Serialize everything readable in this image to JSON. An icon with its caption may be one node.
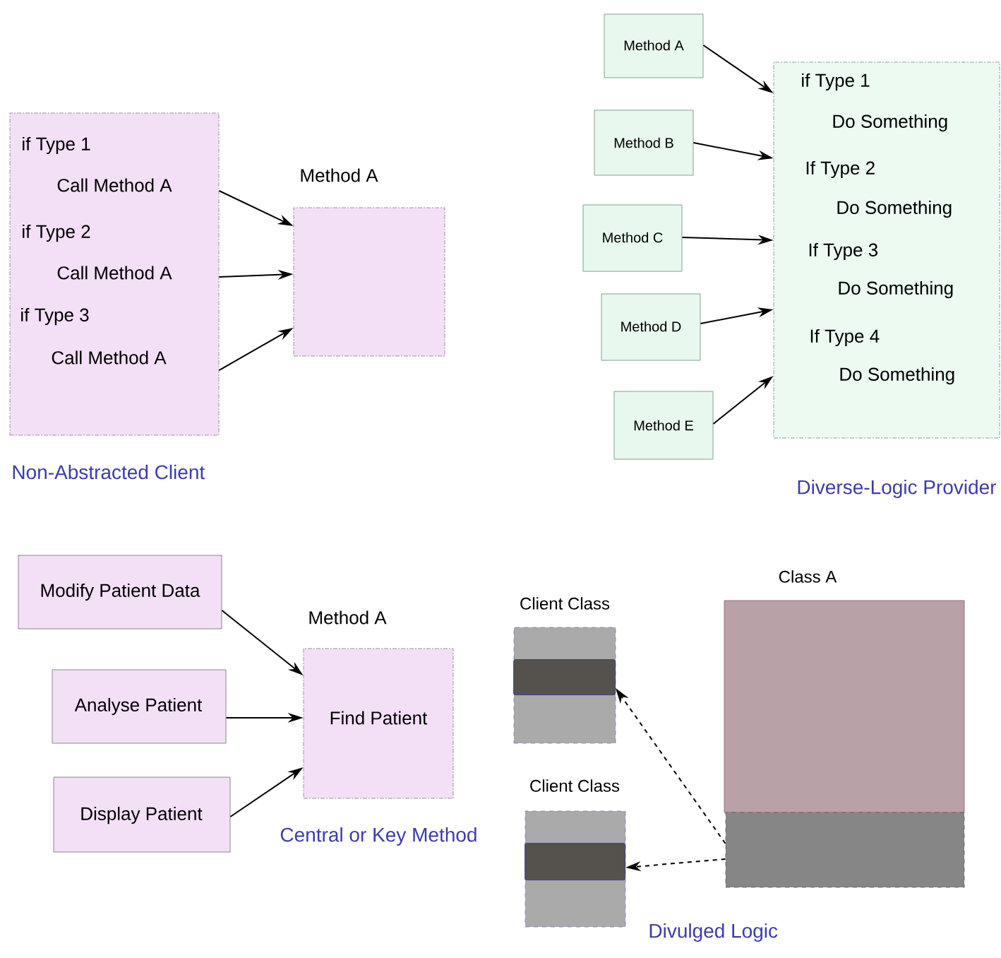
{
  "diagram": {
    "nodes": [
      {
        "text": [
          "if Type 1",
          "Call Method  A",
          "if Type 2",
          "Call Method A",
          "if Type 3",
          "Call Method A"
        ]
      },
      {
        "text": [
          "Method A"
        ]
      },
      {
        "text": [
          "Method A"
        ]
      },
      {
        "text": [
          "Method B"
        ]
      },
      {
        "text": [
          "Method C"
        ]
      },
      {
        "text": [
          "Method D"
        ]
      },
      {
        "text": [
          "Method E"
        ]
      },
      {
        "text": [
          "if Type 1",
          "Do Something",
          "If Type 2",
          "Do Something",
          "If Type 3",
          "Do Something",
          "If Type 4",
          "Do Something"
        ]
      },
      {
        "text": [
          "Modify Patient Data"
        ]
      },
      {
        "text": [
          "Analyse Patient"
        ]
      },
      {
        "text": [
          "Display Patient"
        ]
      },
      {
        "text": [
          "Method A",
          "Find Patient"
        ]
      },
      {
        "text": [
          "Client Class"
        ]
      },
      {
        "text": [],
        "shape": "bar",
        "in": 12
      },
      {
        "text": [
          "Client Class"
        ]
      },
      {
        "text": [],
        "shape": "bar",
        "in": 14
      },
      {
        "text": [
          "Class A"
        ]
      },
      {
        "text": [],
        "shape": "box"
      }
    ],
    "edges": [
      {
        "from": 0,
        "to": 1,
        "arrow": "to"
      },
      {
        "from": 0,
        "to": 1,
        "arrow": "to"
      },
      {
        "from": 0,
        "to": 1,
        "arrow": "to"
      },
      {
        "from": 2,
        "to": 7,
        "arrow": "to"
      },
      {
        "from": 3,
        "to": 7,
        "arrow": "to"
      },
      {
        "from": 4,
        "to": 7,
        "arrow": "to"
      },
      {
        "from": 5,
        "to": 7,
        "arrow": "to"
      },
      {
        "from": 6,
        "to": 7,
        "arrow": "to"
      },
      {
        "from": 8,
        "to": 11,
        "arrow": "to"
      },
      {
        "from": 9,
        "to": 11,
        "arrow": "to"
      },
      {
        "from": 10,
        "to": 11,
        "arrow": "to"
      },
      {
        "from": 17,
        "to": 13,
        "arrow": "to",
        "style": "dashed"
      },
      {
        "from": 17,
        "to": 15,
        "arrow": "to",
        "style": "dashed"
      }
    ],
    "labels": [
      "Non-Abstracted Client",
      "Diverse-Logic Provider",
      "Central or Key Method",
      "Divulged Logic"
    ]
  }
}
